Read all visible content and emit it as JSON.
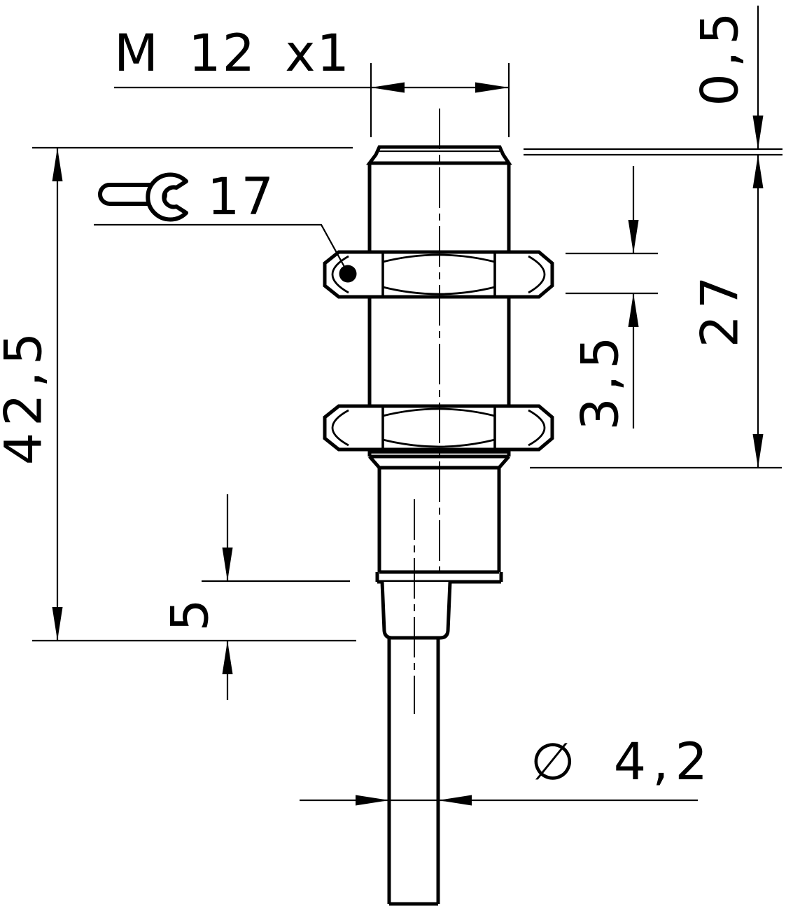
{
  "drawing": {
    "background_color": "#ffffff",
    "line_color": "#000000",
    "labels": {
      "thread_spec": "M 12 x1",
      "wrench_size": "17",
      "overall_length": "42,5",
      "lower_section_length": "5",
      "tip_offset": "0,5",
      "body_length": "27",
      "nut_thickness": "3,5",
      "cable_diameter": "∅ 4,2"
    },
    "icons": {
      "wrench": "open-end-wrench-icon"
    }
  }
}
